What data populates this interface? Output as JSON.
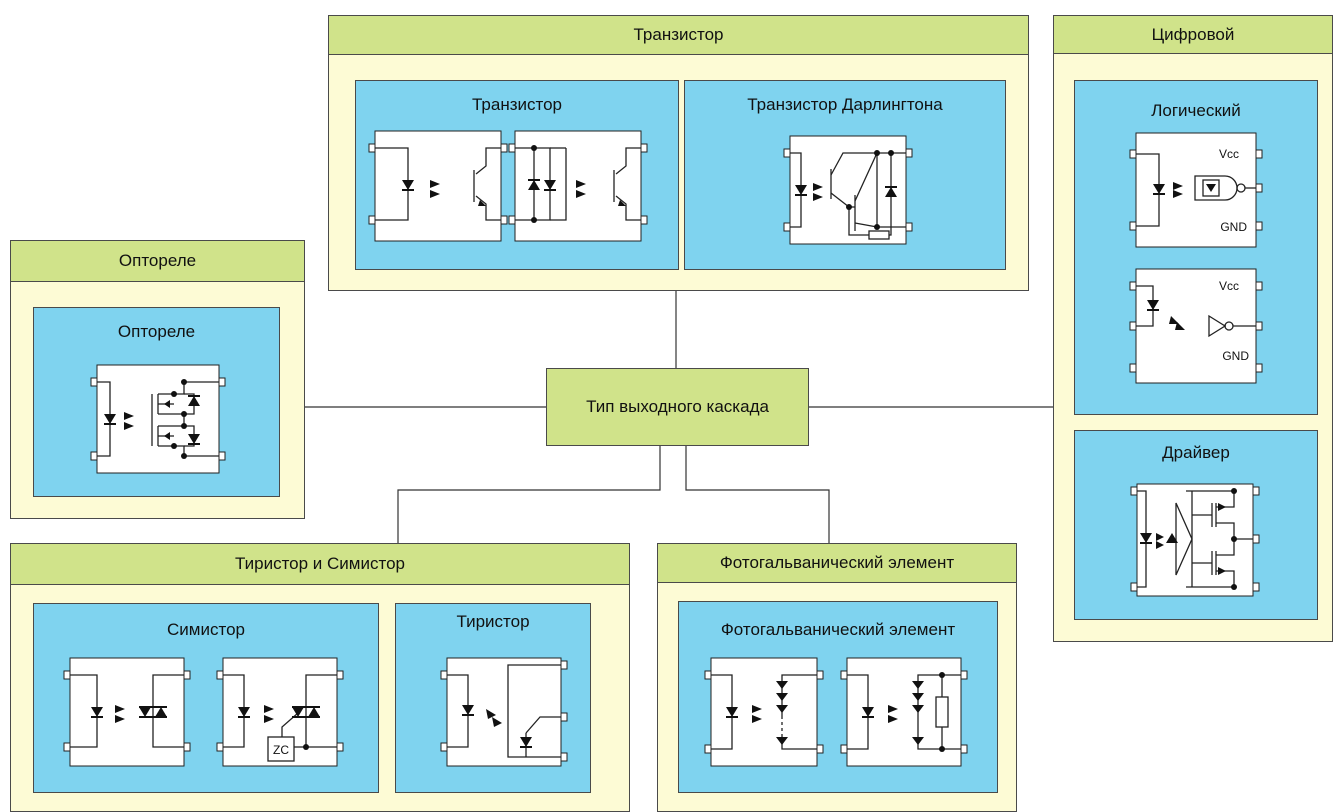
{
  "center": {
    "label": "Тип выходного каскада"
  },
  "groups": {
    "transistor": {
      "title": "Транзистор",
      "panels": {
        "transistor": "Транзистор",
        "darlington": "Транзистор Дарлингтона"
      }
    },
    "digital": {
      "title": "Цифровой",
      "panels": {
        "logic": "Логический",
        "driver": "Драйвер"
      },
      "labels": {
        "vcc": "Vcc",
        "gnd": "GND"
      }
    },
    "relay": {
      "title": "Оптореле",
      "panels": {
        "relay": "Оптореле"
      }
    },
    "thyristor": {
      "title": "Тиристор и Симистор",
      "panels": {
        "triac": "Симистор",
        "thyristor": "Тиристор"
      },
      "labels": {
        "zc": "ZC"
      }
    },
    "photovoltaic": {
      "title": "Фотогальванический элемент",
      "panels": {
        "pv": "Фотогальванический элемент"
      }
    }
  },
  "colors": {
    "group_bg": "#fdfbd5",
    "header_bg": "#d0e38a",
    "panel_bg": "#7fd3ef",
    "line": "#4a4a4a"
  }
}
